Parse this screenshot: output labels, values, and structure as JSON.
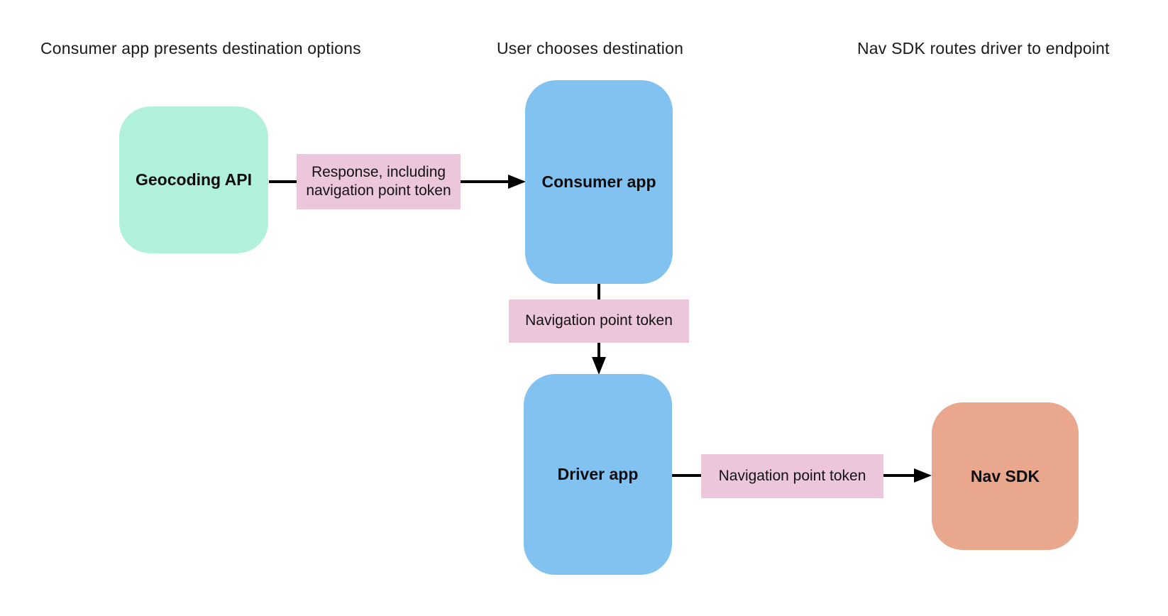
{
  "diagram": {
    "colors": {
      "geocoding_box": "#B1F0DA",
      "app_box": "#81C2F1",
      "label_box": "#ECC6DB",
      "nav_sdk_box": "#E9A78D",
      "arrow": "#000000"
    },
    "headings": [
      {
        "text": "Consumer app presents destination options"
      },
      {
        "text": "User chooses destination"
      },
      {
        "text": "Nav SDK routes driver to endpoint"
      }
    ],
    "nodes": [
      {
        "id": "geocoding-api",
        "label": "Geocoding API"
      },
      {
        "id": "consumer-app",
        "label": "Consumer app"
      },
      {
        "id": "driver-app",
        "label": "Driver app"
      },
      {
        "id": "nav-sdk",
        "label": "Nav SDK"
      }
    ],
    "edges": [
      {
        "from": "geocoding-api",
        "to": "consumer-app",
        "label": "Response, including navigation point token"
      },
      {
        "from": "consumer-app",
        "to": "driver-app",
        "label": "Navigation point token"
      },
      {
        "from": "driver-app",
        "to": "nav-sdk",
        "label": "Navigation point token"
      }
    ]
  }
}
